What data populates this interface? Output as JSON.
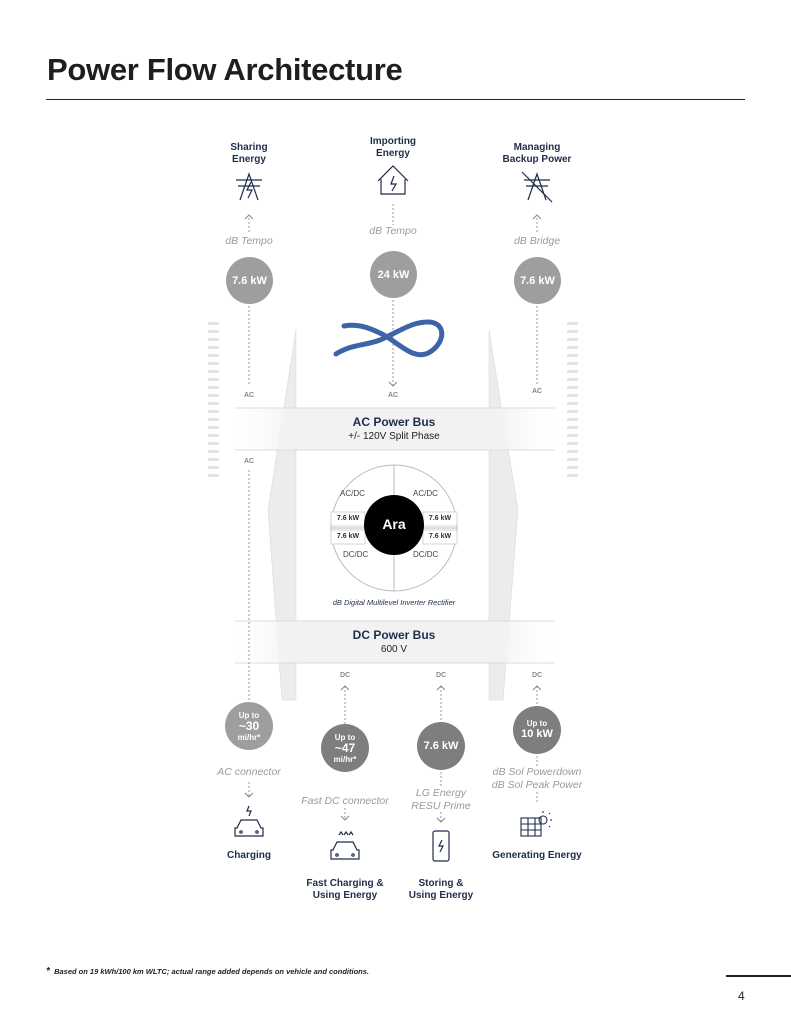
{
  "page": {
    "title": "Power Flow Architecture",
    "page_number": "4",
    "footnote_mark": "*",
    "footnote": "Based on 19 kWh/100 km WLTC; actual range added depends on vehicle and conditions."
  },
  "top": [
    {
      "label1": "Sharing",
      "label2": "Energy",
      "icon": "power-tower-icon",
      "device": "dB Tempo",
      "power": "7.6 kW",
      "bus": "AC"
    },
    {
      "label1": "Importing",
      "label2": "Energy",
      "icon": "house-icon",
      "device": "dB Tempo",
      "power": "24 kW",
      "bus": "AC"
    },
    {
      "label1": "Managing",
      "label2": "Backup Power",
      "icon": "grid-off-icon",
      "device": "dB Bridge",
      "power": "7.6 kW",
      "bus": "AC"
    }
  ],
  "ac_bus": {
    "title": "AC Power Bus",
    "subtitle": "+/- 120V Split Phase",
    "left_tag": "AC"
  },
  "inverter": {
    "name": "Ara",
    "quadrants": [
      {
        "conv": "AC/DC",
        "kw": "7.6 kW"
      },
      {
        "conv": "AC/DC",
        "kw": "7.6 kW"
      },
      {
        "conv": "DC/DC",
        "kw": "7.6 kW"
      },
      {
        "conv": "DC/DC",
        "kw": "7.6 kW"
      }
    ],
    "caption": "dB Digital Multilevel Inverter Rectifier"
  },
  "dc_bus": {
    "title": "DC Power Bus",
    "subtitle": "600 V"
  },
  "bottom": [
    {
      "upto": "Up to",
      "power": "~30",
      "unit": "mi/hr*",
      "device": "AC connector",
      "device2": "",
      "label1": "Charging",
      "label2": "",
      "icon": "car-icon"
    },
    {
      "upto": "Up to",
      "power": "~47",
      "unit": "mi/hr*",
      "device": "Fast DC connector",
      "device2": "",
      "label1": "Fast Charging &",
      "label2": "Using Energy",
      "icon": "fast-car-icon",
      "bus": "DC"
    },
    {
      "upto": "",
      "power": "7.6 kW",
      "unit": "",
      "device": "LG Energy",
      "device2": "RESU Prime",
      "label1": "Storing &",
      "label2": "Using Energy",
      "icon": "battery-icon",
      "bus": "DC"
    },
    {
      "upto": "Up to",
      "power": "10 kW",
      "unit": "",
      "device": "dB Sol Powerdown",
      "device2": "dB Sol Peak Power",
      "label1": "Generating Energy",
      "label2": "",
      "icon": "solar-panel-icon",
      "bus": "DC"
    }
  ],
  "colors": {
    "navy": "#1f2d4a",
    "wave": "#3d63a8",
    "grey_circle": "#9e9e9e",
    "dark_circle": "#7e7e7e"
  }
}
